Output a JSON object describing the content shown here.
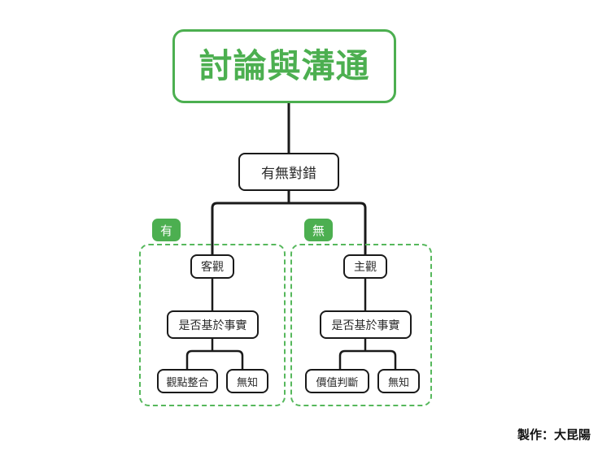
{
  "diagram": {
    "title": {
      "label": "討論與溝通",
      "color": "#4caf50"
    },
    "root_question": {
      "label": "有無對錯"
    },
    "branches": [
      {
        "tag": "有",
        "tag_color": "#4caf50",
        "group_color": "#56b85c",
        "level1": "客觀",
        "level2": "是否基於事實",
        "leaves": [
          "觀點整合",
          "無知"
        ]
      },
      {
        "tag": "無",
        "tag_color": "#4caf50",
        "group_color": "#56b85c",
        "level1": "主觀",
        "level2": "是否基於事實",
        "leaves": [
          "價值判斷",
          "無知"
        ]
      }
    ],
    "connector_color": "#1a1a1a",
    "credit": "製作：大昆陽"
  }
}
